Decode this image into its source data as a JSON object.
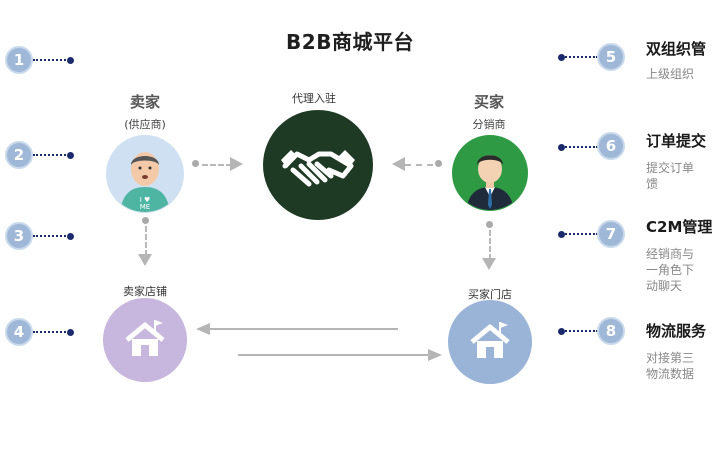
{
  "title": "B2B商城平台",
  "left_numbers": [
    "1",
    "2",
    "3",
    "4"
  ],
  "right_items": [
    {
      "num": "5",
      "title": "双组织管",
      "desc": [
        "上级组织"
      ]
    },
    {
      "num": "6",
      "title": "订单提交",
      "desc": [
        "提交订单",
        "馈"
      ]
    },
    {
      "num": "7",
      "title": "C2M管理",
      "desc": [
        "经销商与",
        "一角色下",
        "动聊天"
      ]
    },
    {
      "num": "8",
      "title": "物流服务",
      "desc": [
        "对接第三",
        "物流数据"
      ]
    }
  ],
  "seller": {
    "name": "卖家",
    "sub": "(供应商)"
  },
  "buyer": {
    "name": "买家",
    "sub": "分销商"
  },
  "center_label": "代理入驻",
  "seller_store": "卖家店铺",
  "buyer_store": "买家门店",
  "colors": {
    "number_circle": "#9fb8d8",
    "dotted_line": "#1a2a6c",
    "seller_avatar_bg": "#cfe0f3",
    "handshake_bg": "#1f3a24",
    "buyer_avatar_bg": "#2e9a43",
    "seller_store_bg": "#c7b6dd",
    "buyer_store_bg": "#9ab4d8"
  },
  "icons": {
    "seller_avatar": "seller-person-icon",
    "buyer_avatar": "buyer-person-icon",
    "center": "handshake-icon",
    "stores": "house-flag-icon"
  }
}
